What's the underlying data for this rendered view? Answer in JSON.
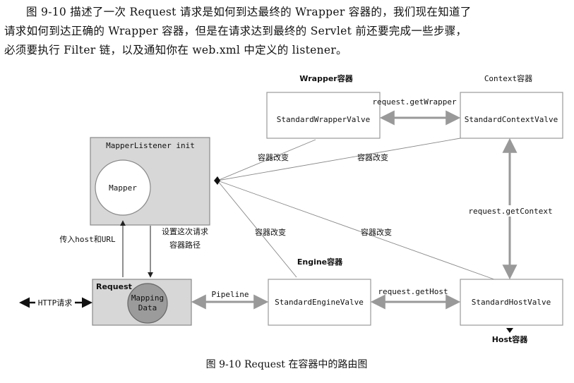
{
  "intro": {
    "line1": "图 9-10 描述了一次 Request 请求是如何到达最终的 Wrapper 容器的，我们现在知道了",
    "line2": "请求如何到达正确的 Wrapper 容器，但是在请求达到最终的 Servlet 前还要完成一些步骤，",
    "line3": "必须要执行 Filter 链，以及通知你在 web.xml 中定义的 listener。"
  },
  "diagram": {
    "wrapper_container_label": "Wrapper容器",
    "context_container_label": "Context容器",
    "engine_container_label": "Engine容器",
    "host_container_label": "Host容器",
    "standard_wrapper_valve": "StandardWrapperValve",
    "standard_context_valve": "StandardContextValve",
    "standard_engine_valve": "StandardEngineValve",
    "standard_host_valve": "StandardHostValve",
    "mapper_listener_init": "MapperListener init",
    "mapper": "Mapper",
    "request": "Request",
    "mapping_data_line1": "Mapping",
    "mapping_data_line2": "Data",
    "http_request": "HTTP请求",
    "get_wrapper": "request.getWrapper",
    "get_context": "request.getContext",
    "get_host": "request.getHost",
    "pipeline": "Pipeline",
    "container_change": "容器改变",
    "pass_host_url": "传入host和URL",
    "set_path_line1": "设置这次请求",
    "set_path_line2": "容器路径"
  },
  "caption": "图 9-10    Request 在容器中的路由图"
}
